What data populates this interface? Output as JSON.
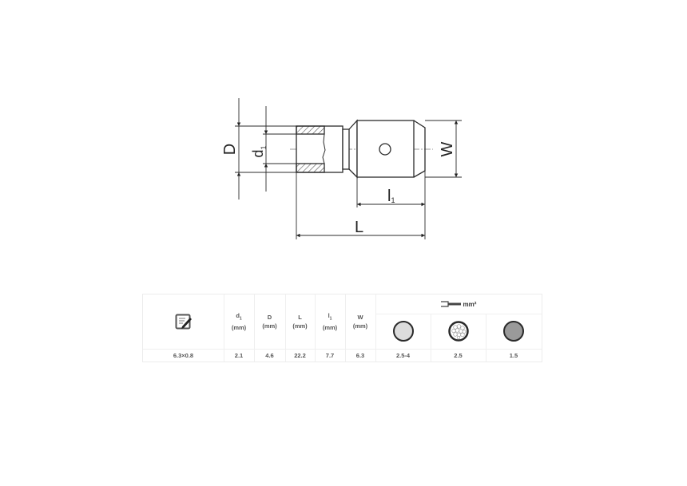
{
  "drawing": {
    "labels": {
      "D": "D",
      "d1_main": "d",
      "d1_sub": "1",
      "W": "W",
      "l1_main": "l",
      "l1_sub": "1",
      "L": "L"
    },
    "colors": {
      "line": "#2b2b2b",
      "hatch": "#555555",
      "centerline": "#777777"
    }
  },
  "table": {
    "header": {
      "notes_icon": "edit-document-icon",
      "columns": [
        {
          "name": "d",
          "sub": "1",
          "unit": "(mm)"
        },
        {
          "name": "D",
          "sub": "",
          "unit": "(mm)"
        },
        {
          "name": "L",
          "sub": "",
          "unit": "(mm)"
        },
        {
          "name": "l",
          "sub": "1",
          "unit": "(mm)"
        },
        {
          "name": "W",
          "sub": "",
          "unit": "(mm)"
        }
      ],
      "wire_section_label": "mm²",
      "wire_types": [
        {
          "icon": "solid-wire-icon",
          "fill": "#dcdcdc"
        },
        {
          "icon": "stranded-wire-icon",
          "fill": "#ffffff"
        },
        {
          "icon": "fine-stranded-wire-icon",
          "fill": "#9a9a9a"
        }
      ]
    },
    "row": {
      "size": "6.3×0.8",
      "d1": "2.1",
      "D": "4.6",
      "L": "22.2",
      "l1": "7.7",
      "W": "6.3",
      "wire_values": [
        "2.5-4",
        "2.5",
        "1.5"
      ]
    }
  }
}
